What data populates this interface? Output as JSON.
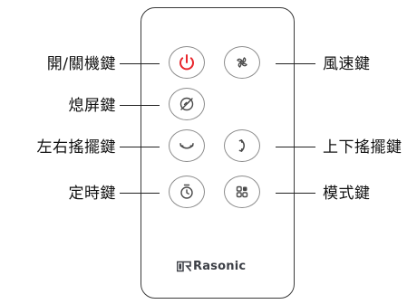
{
  "labels": {
    "power": "開/關機鍵",
    "fan_speed": "風速鍵",
    "light_off": "熄屏鍵",
    "swing_horizontal": "左右搖擺鍵",
    "swing_vertical": "上下搖擺鍵",
    "timer": "定時鍵",
    "mode": "模式鍵"
  },
  "brand": {
    "name": "Rasonic"
  },
  "icons": {
    "power": "power-icon",
    "fan_speed": "fan-icon",
    "light_off": "light-off-icon",
    "swing_horizontal": "swing-horizontal-icon",
    "swing_vertical": "swing-vertical-icon",
    "timer": "timer-icon",
    "mode": "mode-icon"
  },
  "colors": {
    "power_icon": "#e8262c",
    "icon": "#4a4a4a",
    "outline": "#3a3a3a",
    "logo": "#3c3f46"
  }
}
